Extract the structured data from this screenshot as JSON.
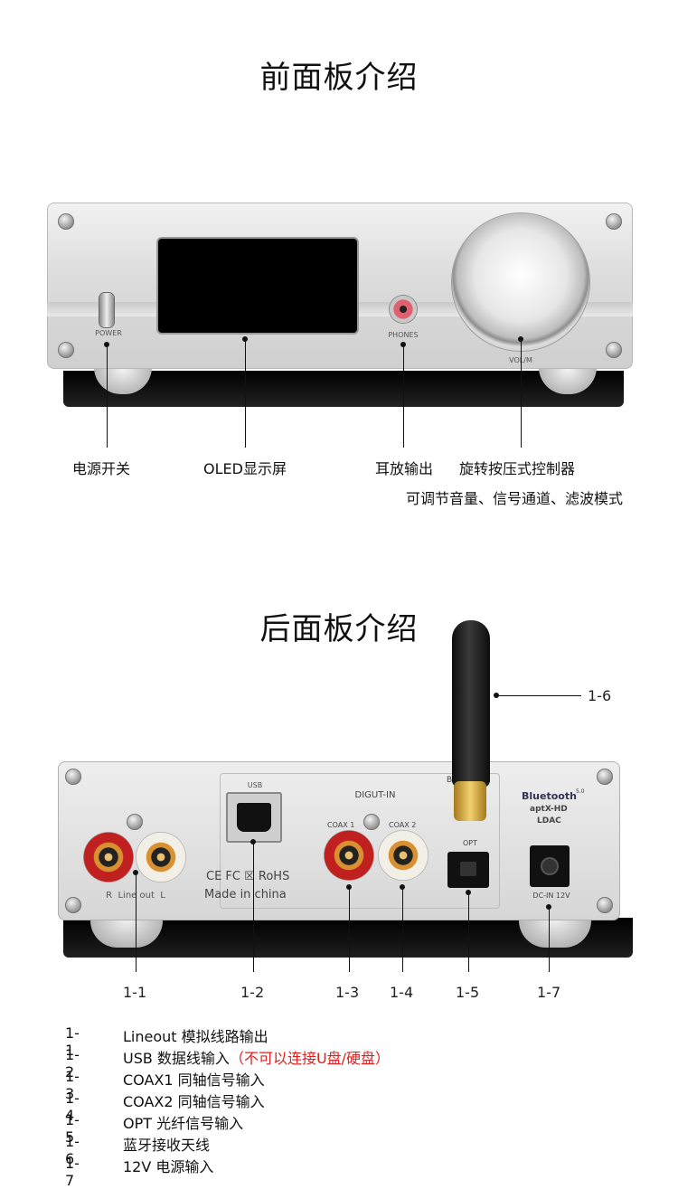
{
  "front": {
    "title": "前面板介绍",
    "panel_labels": {
      "power": "POWER",
      "phones": "PHONES",
      "volume": "VOL/M"
    },
    "callouts": {
      "power": "电源开关",
      "oled": "OLED显示屏",
      "phones": "耳放输出",
      "knob": "旋转按压式控制器",
      "knob_desc": "可调节音量、信号通道、滤波模式"
    }
  },
  "rear": {
    "title": "后面板介绍",
    "panel_labels": {
      "usb": "USB",
      "digit_in": "DIGUT-IN",
      "coax1": "COAX 1",
      "coax2": "COAX 2",
      "opt": "OPT",
      "bt": "BT",
      "lineout": "R  Line out  L",
      "certs": "CE FC ☒ RoHS",
      "made_in": "Made in china",
      "bluetooth": "Bluetooth",
      "bt_version": "5.0",
      "aptx": "aptX-HD",
      "ldac": "LDAC",
      "dc_in": "DC-IN 12V"
    },
    "callout_numbers": {
      "n1_1": "1-1",
      "n1_2": "1-2",
      "n1_3": "1-3",
      "n1_4": "1-4",
      "n1_5": "1-5",
      "n1_6": "1-6",
      "n1_7": "1-7"
    }
  },
  "legend": [
    {
      "key": "1-1",
      "text": "Lineout 模拟线路输出"
    },
    {
      "key": "1-2",
      "text": "USB 数据线输入",
      "note": "（不可以连接U盘/硬盘）",
      "note_color": "#e02020"
    },
    {
      "key": "1-3",
      "text": "COAX1 同轴信号输入"
    },
    {
      "key": "1-4",
      "text": "COAX2 同轴信号输入"
    },
    {
      "key": "1-5",
      "text": "OPT 光纤信号输入"
    },
    {
      "key": "1-6",
      "text": "蓝牙接收天线"
    },
    {
      "key": "1-7",
      "text": "12V 电源输入"
    }
  ]
}
